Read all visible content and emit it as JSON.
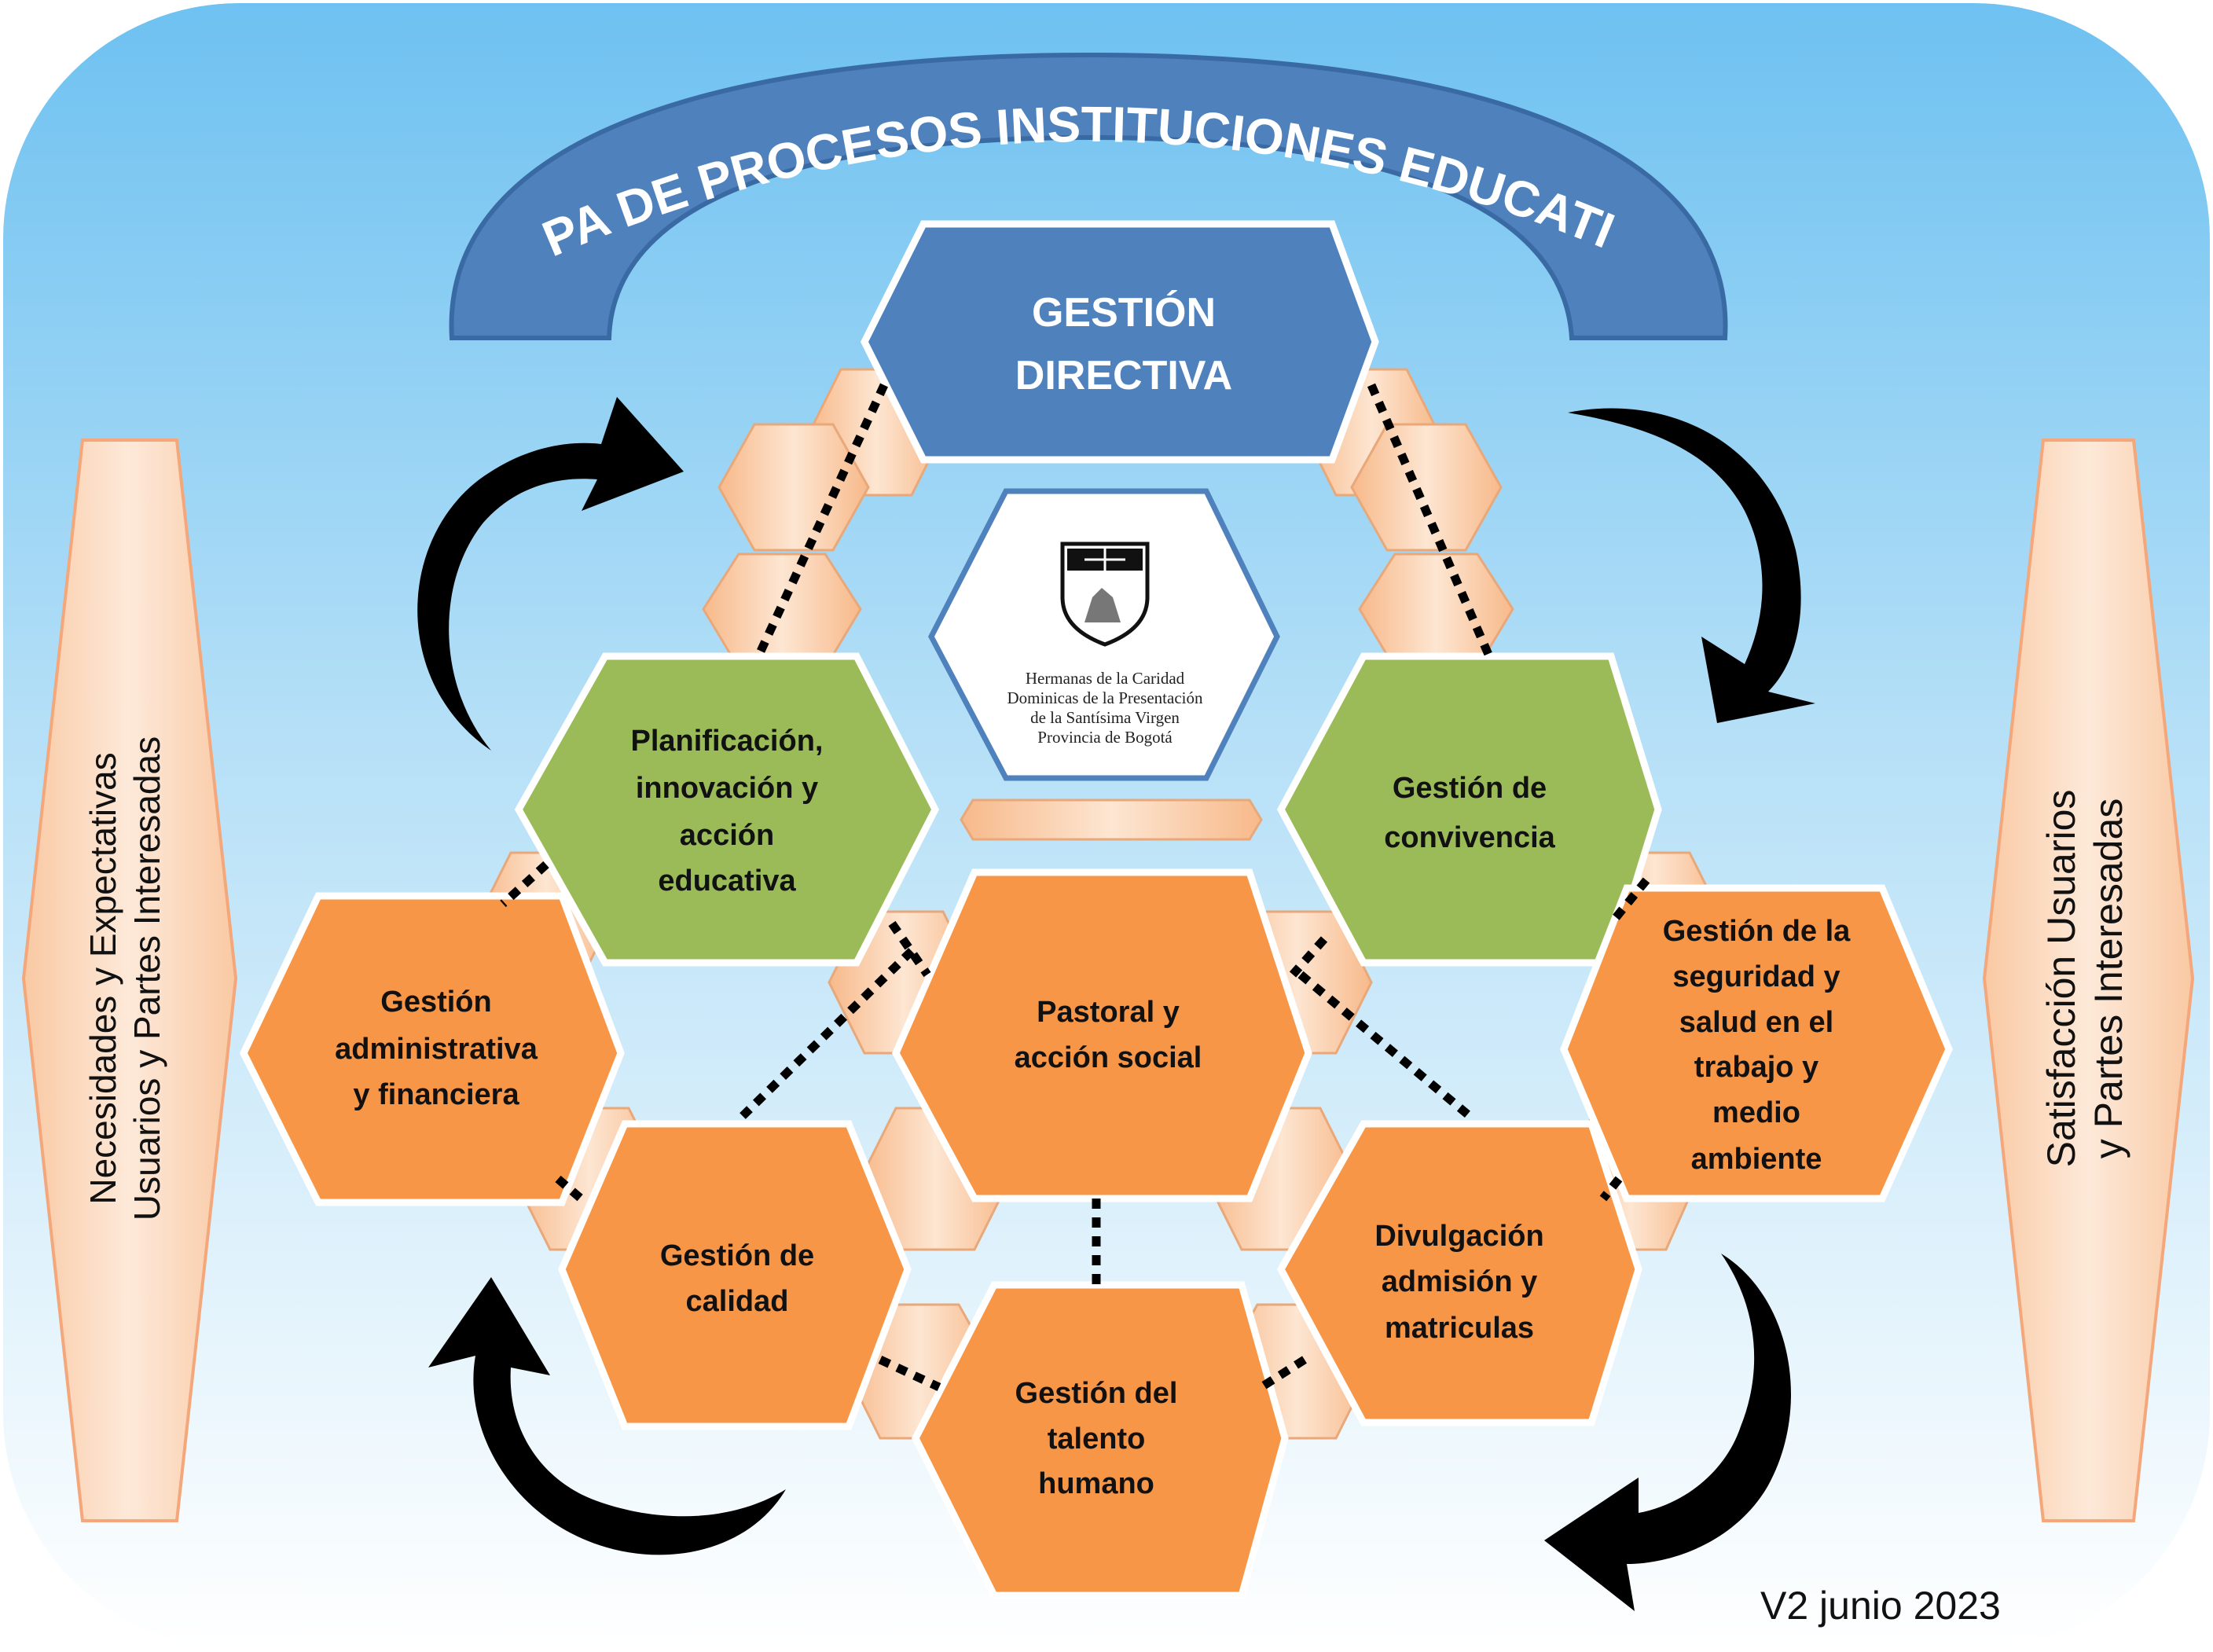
{
  "title": "MAPA DE PROCESOS INSTITUCIONES EDUCATIVAS",
  "directive": {
    "lines": [
      "GESTIÓN",
      "DIRECTIVA"
    ]
  },
  "logo": {
    "lines": [
      "Hermanas de la Caridad",
      "Dominicas de la Presentación",
      "de la Santísima Virgen",
      "Provincia de Bogotá"
    ]
  },
  "processes": {
    "planning": [
      "Planificación,",
      "innovación y",
      "acción",
      "educativa"
    ],
    "coexistence": [
      "Gestión de",
      "convivencia"
    ],
    "pastoral": [
      "Pastoral y",
      "acción social"
    ],
    "administrative": [
      "Gestión",
      "administrativa",
      "y financiera"
    ],
    "safety": [
      "Gestión de la",
      "seguridad y",
      "salud en el",
      "trabajo y",
      "medio",
      "ambiente"
    ],
    "quality": [
      "Gestión de",
      "calidad"
    ],
    "talent": [
      "Gestión del",
      "talento",
      "humano"
    ],
    "admission": [
      "Divulgación",
      "admisión y",
      "matriculas"
    ]
  },
  "left_panel": {
    "lines": [
      "Necesidades y Expectativas",
      "Usuarios y Partes Interesadas"
    ]
  },
  "right_panel": {
    "lines": [
      "Satisfacción Usuarios",
      "y Partes Interesadas"
    ]
  },
  "version": "V2 junio 2023",
  "colors": {
    "directive": "#4e81bd",
    "support_green": "#9bbb59",
    "process_orange": "#f79646",
    "connector_peach": "#fbd4b4",
    "background_top": "#7cc6f2",
    "background_bottom": "#ffffff",
    "arrow": "#000000"
  }
}
